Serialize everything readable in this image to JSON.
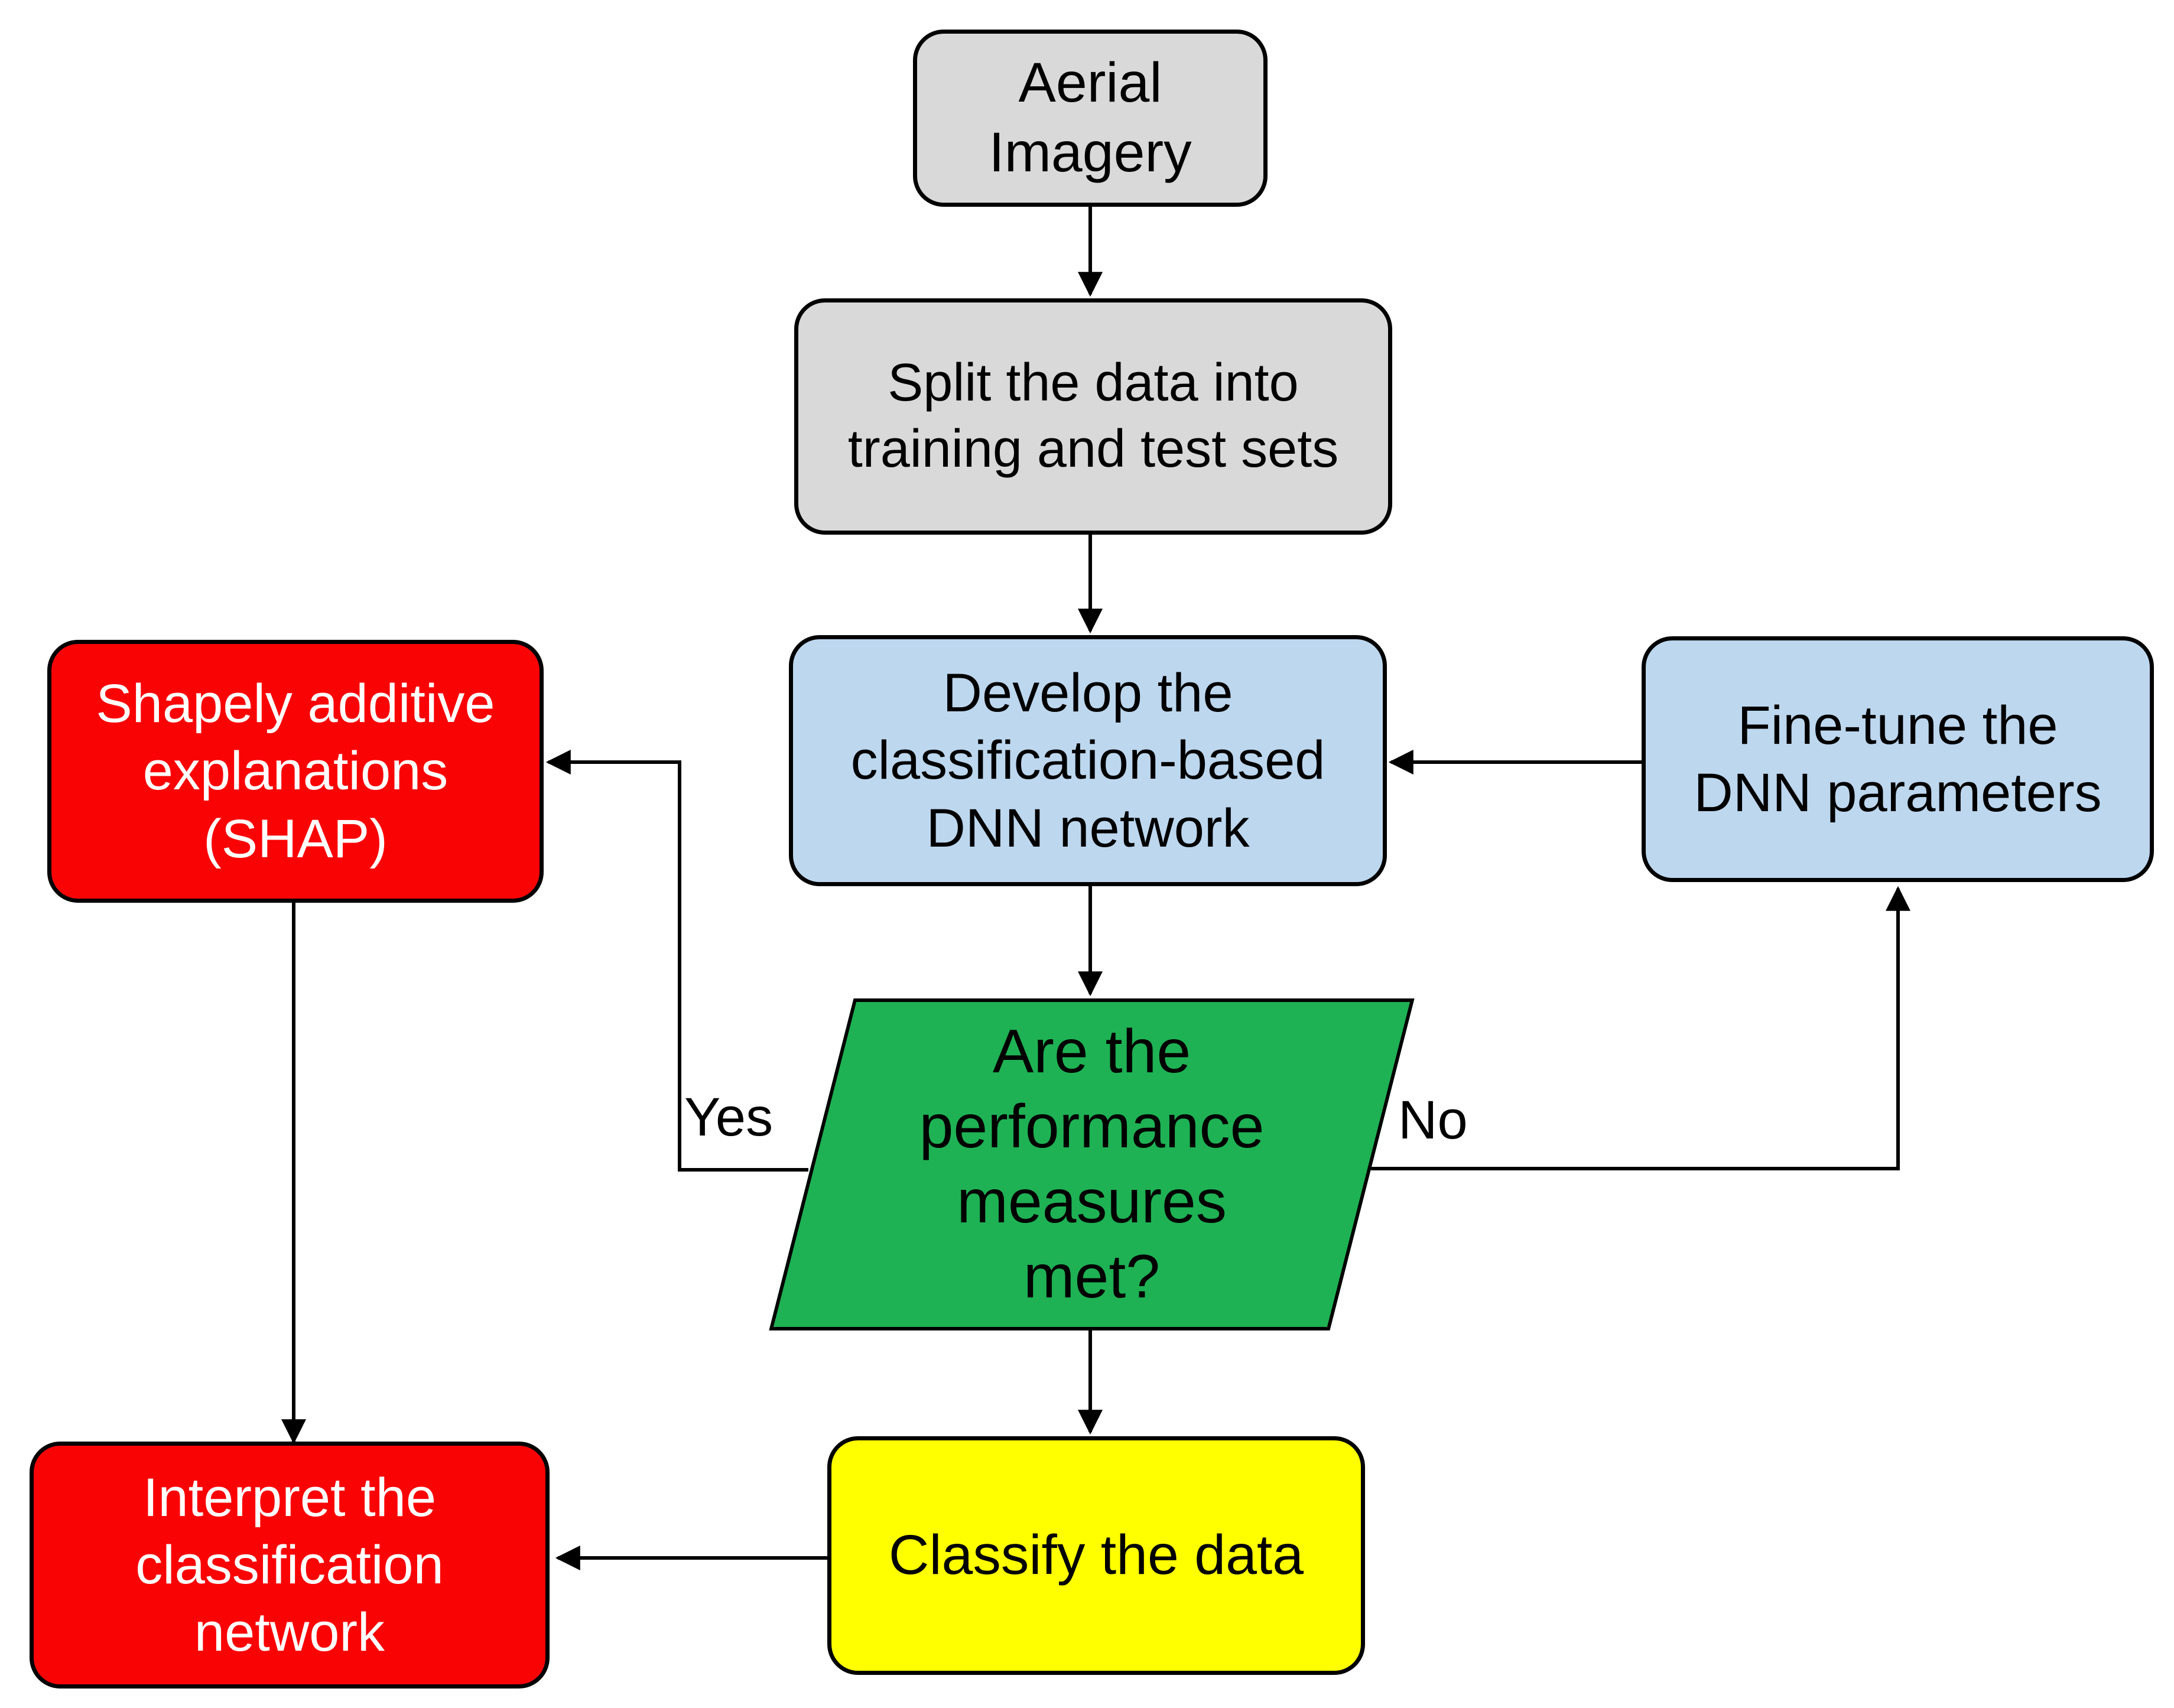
{
  "diagram": {
    "description": "Flowchart of a classification-based DNN workflow for aerial imagery with SHAP interpretation",
    "colors": {
      "stroke": "#000000",
      "node_gray": "#d9d9d9",
      "node_blue": "#bdd7ee",
      "node_green": "#1eb254",
      "node_yellow": "#ffff00",
      "node_red": "#fa0305",
      "background": "#ffffff"
    },
    "nodes": {
      "aerial": {
        "label": "Aerial\nImagery",
        "shape": "rounded-rect",
        "fill": "#d9d9d9",
        "text_color": "#000000"
      },
      "split": {
        "label": "Split the data into\ntraining and test sets",
        "shape": "rounded-rect",
        "fill": "#d9d9d9",
        "text_color": "#000000"
      },
      "develop": {
        "label": "Develop the\nclassification-based\nDNN network",
        "shape": "rounded-rect",
        "fill": "#bdd7ee",
        "text_color": "#000000"
      },
      "finetune": {
        "label": "Fine-tune the\nDNN parameters",
        "shape": "rounded-rect",
        "fill": "#bdd7ee",
        "text_color": "#000000"
      },
      "shap": {
        "label": "Shapely additive\nexplanations\n(SHAP)",
        "shape": "rounded-rect",
        "fill": "#fa0305",
        "text_color": "#ffffff"
      },
      "decision": {
        "label": "Are the\nperformance\nmeasures\nmet?",
        "shape": "parallelogram",
        "fill": "#1eb254",
        "text_color": "#000000"
      },
      "classify": {
        "label": "Classify the data",
        "shape": "rounded-rect",
        "fill": "#ffff00",
        "text_color": "#000000"
      },
      "interpret": {
        "label": "Interpret the\nclassification\nnetwork",
        "shape": "rounded-rect",
        "fill": "#fa0305",
        "text_color": "#ffffff"
      }
    },
    "edges": {
      "aerial_to_split": {
        "from": "aerial",
        "to": "split",
        "label": ""
      },
      "split_to_develop": {
        "from": "split",
        "to": "develop",
        "label": ""
      },
      "develop_to_decision": {
        "from": "develop",
        "to": "decision",
        "label": ""
      },
      "decision_to_classify": {
        "from": "decision",
        "to": "classify",
        "label": ""
      },
      "decision_to_shap": {
        "from": "decision",
        "to": "shap",
        "label": "Yes"
      },
      "decision_to_finetune": {
        "from": "decision",
        "to": "finetune",
        "label": "No"
      },
      "finetune_to_develop": {
        "from": "finetune",
        "to": "develop",
        "label": ""
      },
      "shap_to_interpret": {
        "from": "shap",
        "to": "interpret",
        "label": ""
      },
      "classify_to_interpret": {
        "from": "classify",
        "to": "interpret",
        "label": ""
      }
    }
  }
}
